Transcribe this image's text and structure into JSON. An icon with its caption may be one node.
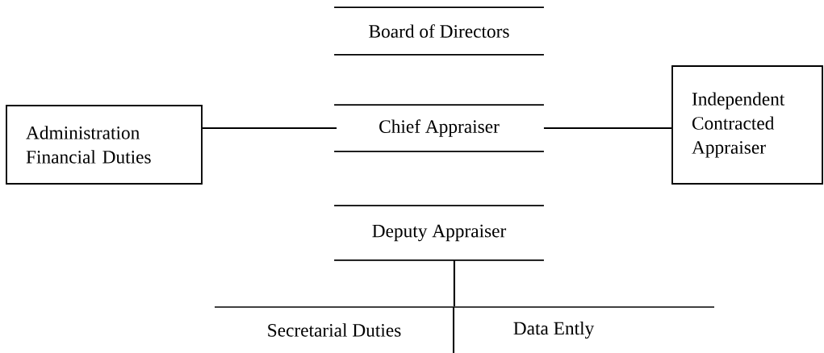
{
  "diagram": {
    "nodes": [
      {
        "text": [
          "Board of Directors"
        ]
      },
      {
        "text": [
          "Administration Financial Duties"
        ]
      },
      {
        "text": [
          "Chief Appraiser"
        ]
      },
      {
        "text": [
          "Independent Contracted Appraiser"
        ]
      },
      {
        "text": [
          "Deputy Appraiser"
        ]
      },
      {
        "text": [
          "Secretarial Duties"
        ]
      },
      {
        "text": [
          "Data Ently"
        ]
      }
    ],
    "edges": [
      {
        "from": 1,
        "to": 2,
        "arrow": "none"
      },
      {
        "from": 2,
        "to": 3,
        "arrow": "none"
      },
      {
        "from": 4,
        "to": 5,
        "arrow": "none"
      },
      {
        "from": 4,
        "to": 6,
        "arrow": "none"
      }
    ]
  }
}
